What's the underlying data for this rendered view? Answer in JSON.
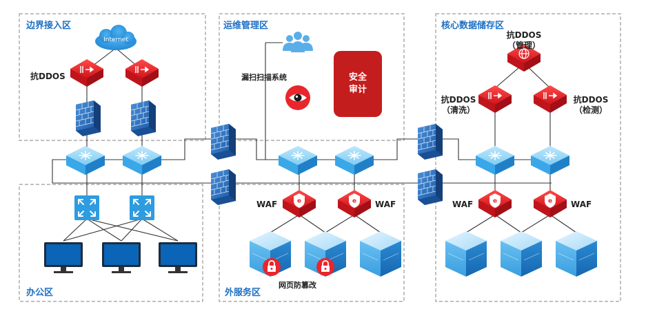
{
  "zones": {
    "border": "边界接入区",
    "ops": "运维管理区",
    "core": "核心数据储存区",
    "office": "办公区",
    "external": "外服务区"
  },
  "labels": {
    "internet": "Internet",
    "anti_ddos": "抗DDOS",
    "scan_system": "漏扫扫描系统",
    "audit_line1": "安全",
    "audit_line2": "审计",
    "core_ddos_mgmt_1": "抗DDOS",
    "core_ddos_mgmt_2": "（管理）",
    "core_ddos_clean_1": "抗DDOS",
    "core_ddos_clean_2": "（清洗）",
    "core_ddos_detect_1": "抗DDOS",
    "core_ddos_detect_2": "（检测）",
    "waf": "WAF",
    "tamper": "网页防篡改"
  },
  "colors": {
    "zone_border": "#9a9a9a",
    "zone_title": "#1d6fc4",
    "device_red": "#e8262c",
    "device_blue": "#2b9fe3",
    "audit_red": "#c41d1d"
  }
}
